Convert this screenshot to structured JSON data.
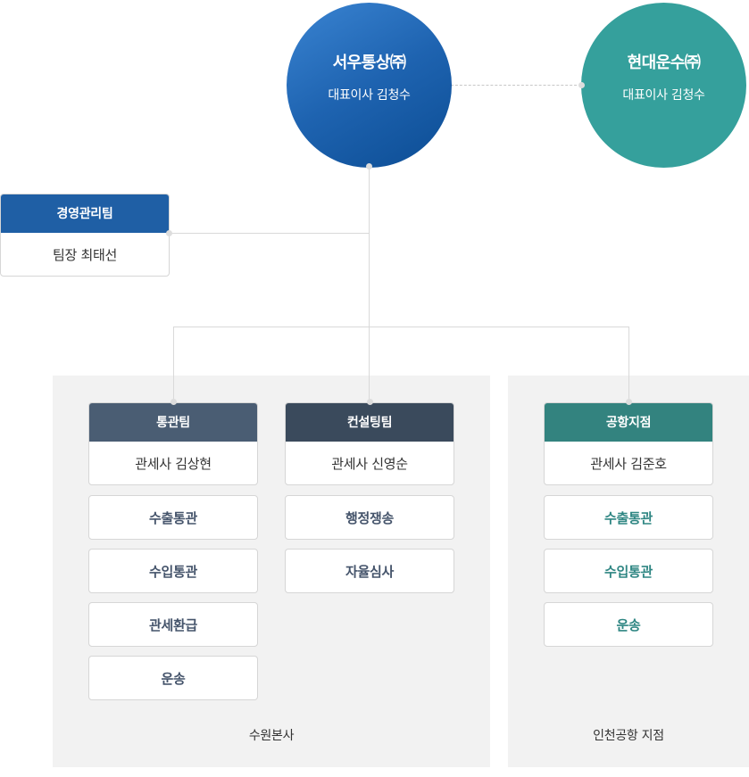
{
  "colors": {
    "seowoo_circle": "#1e63b0",
    "hyundai_circle": "#35a09c",
    "management_header": "#1f5fa5",
    "customs_header": "#4a5d73",
    "consulting_header": "#3a4a5c",
    "airport_header": "#33837f",
    "panel_bg": "#f2f2f2",
    "connector": "#d9d9d9"
  },
  "companies": [
    {
      "name": "서우통상㈜",
      "ceo": "대표이사 김청수"
    },
    {
      "name": "현대운수㈜",
      "ceo": "대표이사 김청수"
    }
  ],
  "management_team": {
    "title": "경영관리팀",
    "leader": "팀장 최태선"
  },
  "branches": [
    {
      "label": "수원본사",
      "teams": [
        {
          "title": "통관팀",
          "leader": "관세사 김상현",
          "items": [
            "수출통관",
            "수입통관",
            "관세환급",
            "운송"
          ]
        },
        {
          "title": "컨설팅팀",
          "leader": "관세사 신영순",
          "items": [
            "행정쟁송",
            "자율심사"
          ]
        }
      ]
    },
    {
      "label": "인천공항 지점",
      "teams": [
        {
          "title": "공항지점",
          "leader": "관세사 김준호",
          "items": [
            "수출통관",
            "수입통관",
            "운송"
          ]
        }
      ]
    }
  ]
}
